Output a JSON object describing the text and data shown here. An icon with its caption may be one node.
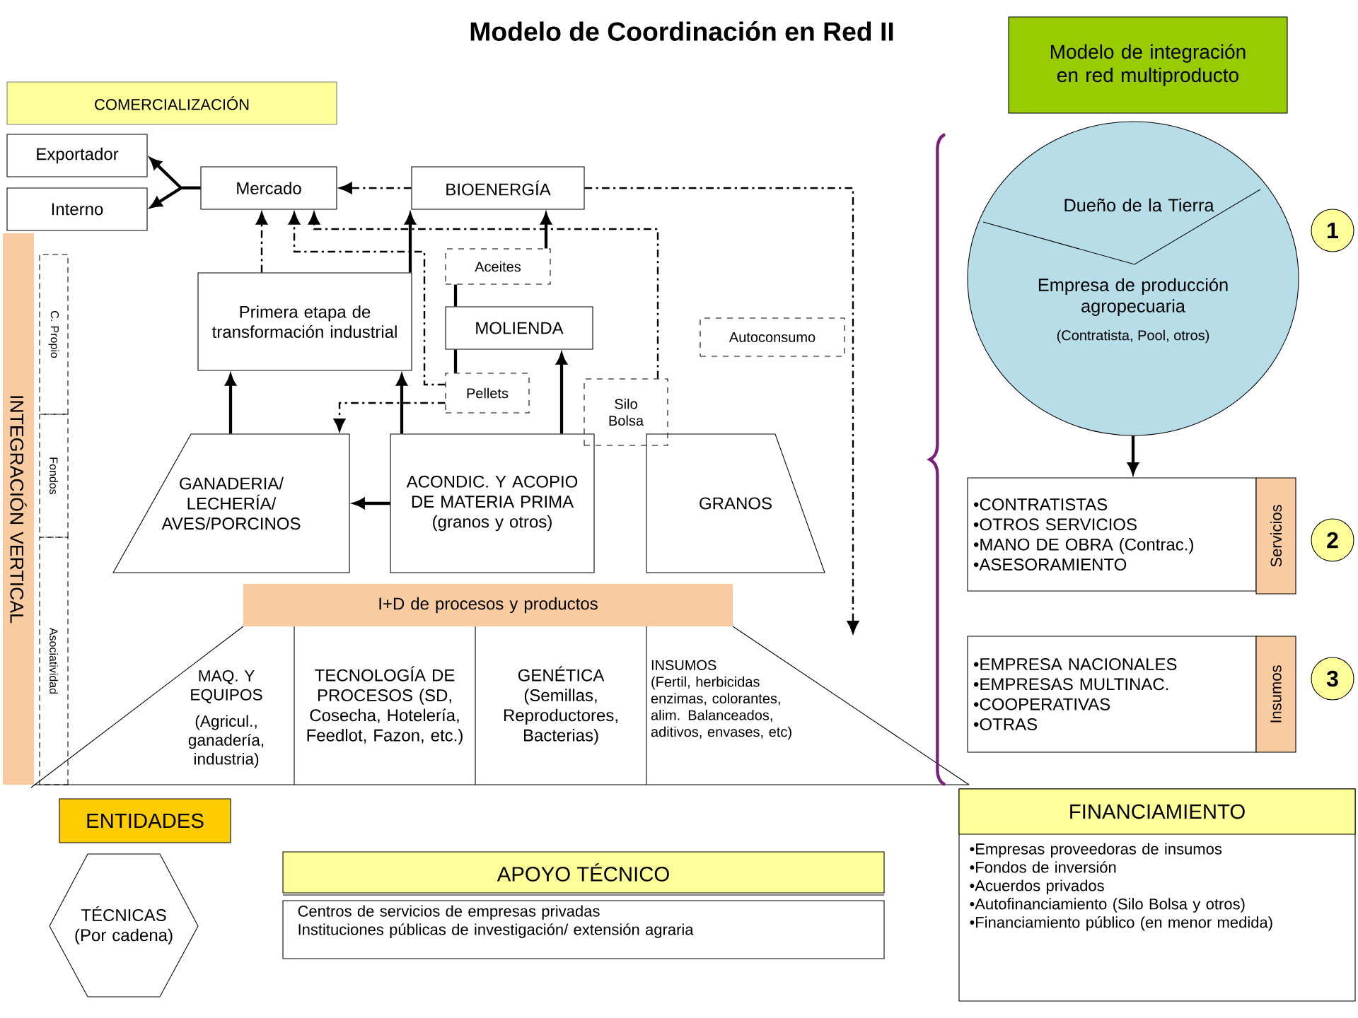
{
  "diagram": {
    "title": "Modelo de Coordinación en Red II",
    "nodes": [
      {
        "text": [
          "COMERCIALIZACIÓN"
        ]
      },
      {
        "text": [
          "Exportador"
        ]
      },
      {
        "text": [
          "Interno"
        ]
      },
      {
        "text": [
          "Mercado"
        ]
      },
      {
        "text": [
          "BIOENERGÍA"
        ]
      },
      {
        "text": [
          "Primera etapa de transformación industrial"
        ]
      },
      {
        "text": [
          "Aceites"
        ]
      },
      {
        "text": [
          "MOLIENDA"
        ]
      },
      {
        "text": [
          "Pellets"
        ]
      },
      {
        "text": [
          "Silo Bolsa"
        ]
      },
      {
        "text": [
          "Autoconsumo"
        ]
      },
      {
        "text": [
          "GANADERIA/ LECHERÍA/ AVES/PORCINOS"
        ]
      },
      {
        "text": [
          "ACONDIC. Y ACOPIO DE MATERIA PRIMA (granos y otros)"
        ]
      },
      {
        "text": [
          "GRANOS"
        ]
      },
      {
        "text": [
          "I+D de procesos y productos"
        ]
      },
      {
        "text": [
          "MAQ. Y EQUIPOS",
          "(Agricul., ganadería, industria)"
        ]
      },
      {
        "text": [
          "TECNOLOGÍA DE PROCESOS (SD, Cosecha, Hotelería, Feedlot, Fazon, etc.)"
        ]
      },
      {
        "text": [
          "GENÉTICA (Semillas, Reproductores, Bacterias)"
        ]
      },
      {
        "text": [
          "INSUMOS",
          "(Fertil, herbicidas enzimas, colorantes, alim. Balanceados, aditivos, envases, etc)"
        ]
      },
      {
        "text": [
          "INTEGRACIÓN VERTICAL"
        ]
      },
      {
        "text": [
          "C. Propio"
        ]
      },
      {
        "text": [
          "Fondos"
        ]
      },
      {
        "text": [
          "Asociatividad"
        ]
      },
      {
        "text": [
          "Modelo de integración en red multiproducto"
        ]
      },
      {
        "text": [
          "Dueño de la Tierra",
          "Empresa de producción agropecuaria",
          "(Contratista, Pool, otros)"
        ]
      },
      {
        "text": [
          "•CONTRATISTAS",
          "•OTROS SERVICIOS",
          "•MANO DE OBRA (Contrac.)",
          "•ASESORAMIENTO"
        ]
      },
      {
        "text": [
          "Servicios"
        ]
      },
      {
        "text": [
          "•EMPRESA NACIONALES",
          "•EMPRESAS MULTINAC.",
          "•COOPERATIVAS",
          "•OTRAS"
        ]
      },
      {
        "text": [
          "Insumos"
        ]
      },
      {
        "text": [
          "1"
        ]
      },
      {
        "text": [
          "2"
        ]
      },
      {
        "text": [
          "3"
        ]
      },
      {
        "text": [
          "ENTIDADES"
        ]
      },
      {
        "text": [
          "TÉCNICAS (Por cadena)"
        ]
      },
      {
        "text": [
          "APOYO TÉCNICO",
          "Centros de servicios de empresas privadas",
          "Instituciones públicas de investigación/ extensión agraria"
        ]
      },
      {
        "text": [
          "FINANCIAMIENTO",
          "•Empresas proveedoras de insumos",
          "•Fondos de inversión",
          "•Acuerdos privados",
          "•Autofinanciamiento (Silo Bolsa y otros)",
          "•Financiamiento público (en menor medida)"
        ]
      }
    ],
    "edges": [
      {
        "from": 3,
        "to": 1,
        "arrow": "to"
      },
      {
        "from": 3,
        "to": 2,
        "arrow": "to"
      },
      {
        "from": 4,
        "to": 3,
        "arrow": "to",
        "style": "dashed"
      },
      {
        "from": 5,
        "to": 3,
        "arrow": "to",
        "style": "dashed"
      },
      {
        "from": 8,
        "to": 3,
        "arrow": "to",
        "style": "dashed"
      },
      {
        "from": 9,
        "to": 3,
        "arrow": "to",
        "style": "dashed"
      },
      {
        "from": 5,
        "to": 4,
        "arrow": "to"
      },
      {
        "from": 6,
        "to": 4,
        "arrow": "to"
      },
      {
        "from": 7,
        "to": 6,
        "arrow": "none"
      },
      {
        "from": 7,
        "to": 8,
        "arrow": "none"
      },
      {
        "from": 12,
        "to": 7,
        "arrow": "to"
      },
      {
        "from": 12,
        "to": 5,
        "arrow": "to"
      },
      {
        "from": 11,
        "to": 5,
        "arrow": "to"
      },
      {
        "from": 12,
        "to": 11,
        "arrow": "to"
      },
      {
        "from": 8,
        "to": 11,
        "arrow": "to",
        "style": "dashed"
      },
      {
        "from": 4,
        "to": 18,
        "arrow": "to",
        "style": "dashed"
      },
      {
        "from": 24,
        "to": 25,
        "arrow": "to"
      }
    ]
  }
}
